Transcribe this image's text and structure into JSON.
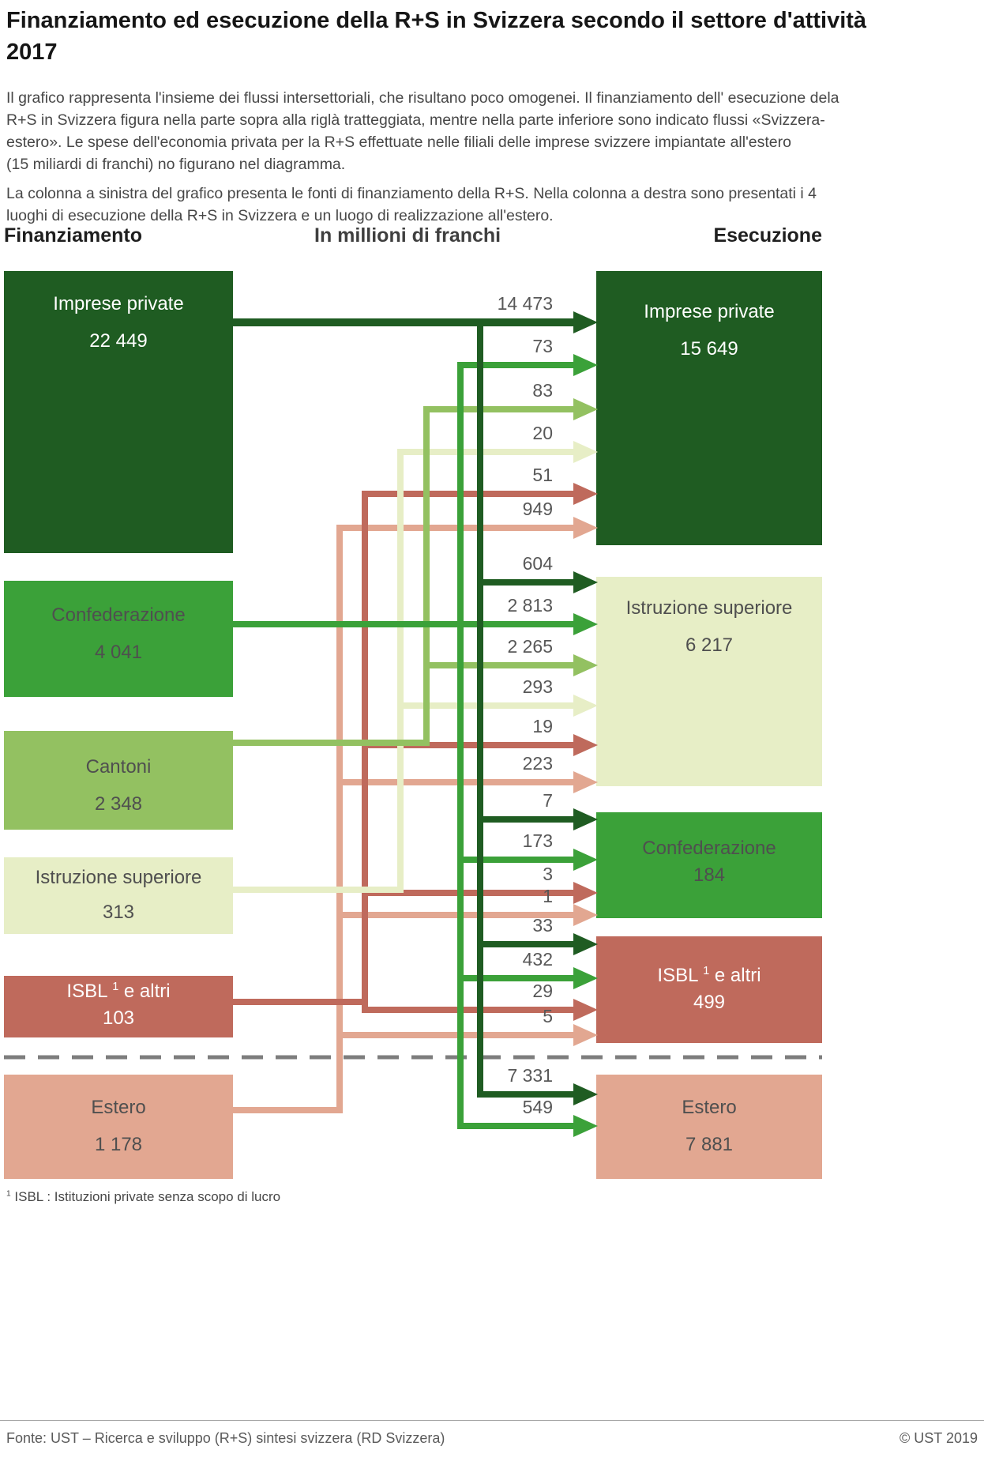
{
  "title": {
    "line1": "Finanziamento ed esecuzione della R+S in Svizzera secondo il settore d'attività",
    "line2": "2017"
  },
  "intro": {
    "paragraph1": "Il grafico rappresenta l'insieme dei flussi intersettoriali, che risultano poco omogenei. Il finanziamento dell' esecuzione dela\nR+S in Svizzera figura nella parte sopra alla riglà tratteggiata, mentre nella parte inferiore sono indicato flussi «Svizzera-\nestero». Le spese dell'economia privata per la R+S effettuate nelle filiali delle imprese svizzere impiantate all'estero\n(15 miliardi di franchi) no figurano nel diagramma.",
    "paragraph2": "La colonna a sinistra del grafico presenta le fonti di finanziamento della R+S. Nella colonna a destra sono presentati i 4\nluoghi di esecuzione della R+S in Svizzera e un luogo di realizzazione all'estero."
  },
  "diagram": {
    "units_header": "In millioni di franchi"
  },
  "financing": {
    "header": "Finanziamento",
    "sectors": [
      {
        "label": "Imprese private",
        "value": "22 449"
      },
      {
        "label": "Confederazione",
        "value": "4 041"
      },
      {
        "label": "Cantoni",
        "value": "2 348"
      },
      {
        "label": "Istruzione superiore",
        "value": "313"
      },
      {
        "label_pre": "ISBL",
        "label_sup": "1",
        "label_post": "e altri",
        "value": "103"
      },
      {
        "label": "Estero",
        "value": "1 178"
      }
    ]
  },
  "execution": {
    "header": "Esecuzione",
    "sectors": [
      {
        "label": "Imprese private",
        "value": "15 649"
      },
      {
        "label": "Istruzione superiore",
        "value": "6 217"
      },
      {
        "label": "Confederazione",
        "value": "184"
      },
      {
        "label_pre": "ISBL",
        "label_sup": "1",
        "label_post": "e altri",
        "value": "499"
      },
      {
        "label": "Estero",
        "value": "7 881"
      }
    ]
  },
  "flows": [
    {
      "source_id": "imprese_private",
      "target_id": "imprese_private",
      "value": "14 473",
      "color": "dark_green"
    },
    {
      "source_id": "confederazione",
      "target_id": "imprese_private",
      "value": "73",
      "color": "green"
    },
    {
      "source_id": "cantoni",
      "target_id": "imprese_private",
      "value": "83",
      "color": "light_green"
    },
    {
      "source_id": "istruzione_superiore",
      "target_id": "imprese_private",
      "value": "20",
      "color": "cream"
    },
    {
      "source_id": "isbl_e_altri",
      "target_id": "imprese_private",
      "value": "51",
      "color": "red_brown"
    },
    {
      "source_id": "estero",
      "target_id": "imprese_private",
      "value": "949",
      "color": "salmon"
    },
    {
      "source_id": "imprese_private",
      "target_id": "istruzione_superiore",
      "value": "604",
      "color": "dark_green"
    },
    {
      "source_id": "confederazione",
      "target_id": "istruzione_superiore",
      "value": "2 813",
      "color": "green"
    },
    {
      "source_id": "cantoni",
      "target_id": "istruzione_superiore",
      "value": "2 265",
      "color": "light_green"
    },
    {
      "source_id": "istruzione_superiore",
      "target_id": "istruzione_superiore",
      "value": "293",
      "color": "cream"
    },
    {
      "source_id": "isbl_e_altri",
      "target_id": "istruzione_superiore",
      "value": "19",
      "color": "red_brown"
    },
    {
      "source_id": "estero",
      "target_id": "istruzione_superiore",
      "value": "223",
      "color": "salmon"
    },
    {
      "source_id": "imprese_private",
      "target_id": "confederazione",
      "value": "7",
      "color": "dark_green"
    },
    {
      "source_id": "confederazione",
      "target_id": "confederazione",
      "value": "173",
      "color": "green"
    },
    {
      "source_id": "isbl_e_altri",
      "target_id": "confederazione",
      "value": "3",
      "color": "red_brown"
    },
    {
      "source_id": "estero",
      "target_id": "confederazione",
      "value": "1",
      "color": "salmon"
    },
    {
      "source_id": "imprese_private",
      "target_id": "isbl_e_altri",
      "value": "33",
      "color": "dark_green"
    },
    {
      "source_id": "confederazione",
      "target_id": "isbl_e_altri",
      "value": "432",
      "color": "green"
    },
    {
      "source_id": "isbl_e_altri",
      "target_id": "isbl_e_altri",
      "value": "29",
      "color": "red_brown"
    },
    {
      "source_id": "estero",
      "target_id": "isbl_e_altri",
      "value": "5",
      "color": "salmon"
    },
    {
      "source_id": "imprese_private",
      "target_id": "estero",
      "value": "7 331",
      "color": "dark_green"
    },
    {
      "source_id": "confederazione",
      "target_id": "estero",
      "value": "549",
      "color": "green"
    }
  ],
  "chart_data": {
    "type": "sankey",
    "title": "Finanziamento ed esecuzione della R+S in Svizzera secondo il settore d'attività 2017",
    "unit": "In millioni di franchi",
    "financing_nodes": [
      {
        "name": "Imprese private",
        "total": 22449
      },
      {
        "name": "Confederazione",
        "total": 4041
      },
      {
        "name": "Cantoni",
        "total": 2348
      },
      {
        "name": "Istruzione superiore",
        "total": 313
      },
      {
        "name": "ISBL e altri",
        "total": 103
      },
      {
        "name": "Estero",
        "total": 1178
      }
    ],
    "execution_nodes": [
      {
        "name": "Imprese private",
        "total": 15649
      },
      {
        "name": "Istruzione superiore",
        "total": 6217
      },
      {
        "name": "Confederazione",
        "total": 184
      },
      {
        "name": "ISBL e altri",
        "total": 499
      },
      {
        "name": "Estero",
        "total": 7881
      }
    ],
    "links": [
      {
        "source": "Imprese private",
        "target": "Imprese private",
        "value": 14473
      },
      {
        "source": "Confederazione",
        "target": "Imprese private",
        "value": 73
      },
      {
        "source": "Cantoni",
        "target": "Imprese private",
        "value": 83
      },
      {
        "source": "Istruzione superiore",
        "target": "Imprese private",
        "value": 20
      },
      {
        "source": "ISBL e altri",
        "target": "Imprese private",
        "value": 51
      },
      {
        "source": "Estero",
        "target": "Imprese private",
        "value": 949
      },
      {
        "source": "Imprese private",
        "target": "Istruzione superiore",
        "value": 604
      },
      {
        "source": "Confederazione",
        "target": "Istruzione superiore",
        "value": 2813
      },
      {
        "source": "Cantoni",
        "target": "Istruzione superiore",
        "value": 2265
      },
      {
        "source": "Istruzione superiore",
        "target": "Istruzione superiore",
        "value": 293
      },
      {
        "source": "ISBL e altri",
        "target": "Istruzione superiore",
        "value": 19
      },
      {
        "source": "Estero",
        "target": "Istruzione superiore",
        "value": 223
      },
      {
        "source": "Imprese private",
        "target": "Confederazione",
        "value": 7
      },
      {
        "source": "Confederazione",
        "target": "Confederazione",
        "value": 173
      },
      {
        "source": "ISBL e altri",
        "target": "Confederazione",
        "value": 3
      },
      {
        "source": "Estero",
        "target": "Confederazione",
        "value": 1
      },
      {
        "source": "Imprese private",
        "target": "ISBL e altri",
        "value": 33
      },
      {
        "source": "Confederazione",
        "target": "ISBL e altri",
        "value": 432
      },
      {
        "source": "ISBL e altri",
        "target": "ISBL e altri",
        "value": 29
      },
      {
        "source": "Estero",
        "target": "ISBL e altri",
        "value": 5
      },
      {
        "source": "Imprese private",
        "target": "Estero",
        "value": 7331
      },
      {
        "source": "Confederazione",
        "target": "Estero",
        "value": 549
      }
    ]
  },
  "colors": {
    "dark_green": "#1f5c22",
    "green": "#3ba139",
    "light_green": "#93c161",
    "cream": "#e7eec6",
    "red_brown": "#bf6a5c",
    "salmon": "#e2a791",
    "dashed_line": "#7d7d7d"
  },
  "footnote": {
    "sup": "1",
    "text": "ISBL : Istituzioni private senza scopo di lucro"
  },
  "footer": {
    "source": "Fonte: UST – Ricerca e sviluppo (R+S) sintesi svizzera (RD Svizzera)",
    "copyright": "© UST 2019"
  }
}
